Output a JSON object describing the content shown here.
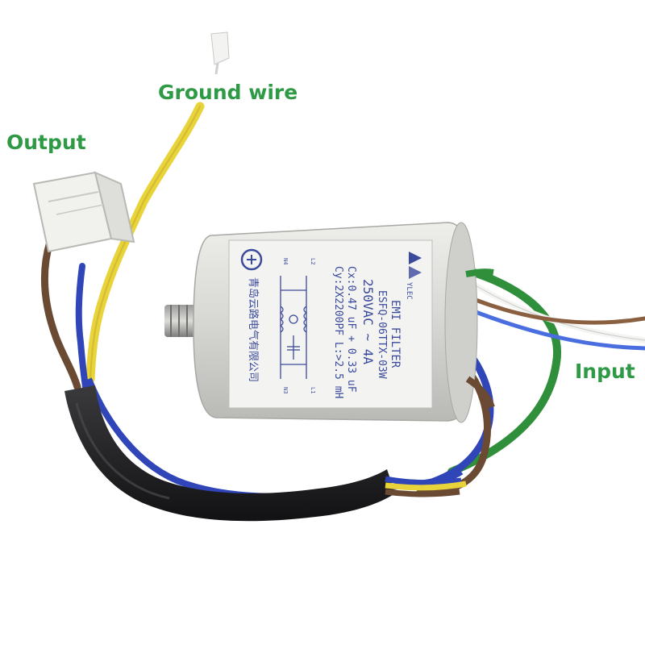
{
  "callouts": {
    "ground_wire": "Ground wire",
    "output": "Output",
    "input": "Input"
  },
  "filter_label": {
    "brand": "YLEC",
    "line1": "EMI FILTER",
    "line2": "ESFQ-06TTX-03W",
    "line3": "250VAC ~ 4A",
    "line4": "Cx:0.47 uF + 0.33 uF",
    "line5": "Cy:2X2200PF L:>2.5 mH",
    "manufacturer": "青岛云路电气有限公司",
    "terminals": [
      "L2",
      "N4",
      "L1",
      "N3"
    ]
  },
  "colors": {
    "callout": "#2e9a45",
    "label_ink": "#3b4a9c",
    "wire_yellow": "#e8d33a",
    "wire_blue": "#2f45b8",
    "wire_brown": "#6b4a33",
    "wire_green": "#2f8f3a",
    "sleeve": "#1e1e20",
    "can_body": "#d9d9d6"
  },
  "icons": [
    "cert-mark-icon",
    "ylec-logo-icon",
    "filter-schematic"
  ]
}
